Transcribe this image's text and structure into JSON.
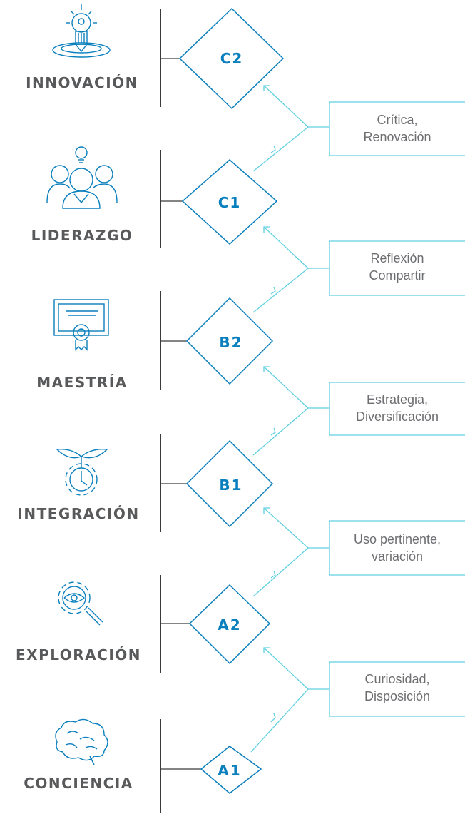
{
  "colors": {
    "diamond": "#0a7fbd",
    "connector": "#5fd0e0",
    "level_text": "#58595b",
    "box_text": "#6d6e71",
    "box_border": "#5fd0e0",
    "axis": "#3a3a3a"
  },
  "levels": [
    {
      "name": "INNOVACIÓN",
      "code": "C2",
      "icon": "lightbulb-target-icon"
    },
    {
      "name": "LIDERAZGO",
      "code": "C1",
      "icon": "team-lightbulb-icon"
    },
    {
      "name": "MAESTRÍA",
      "code": "B2",
      "icon": "certificate-icon"
    },
    {
      "name": "INTEGRACIÓN",
      "code": "B1",
      "icon": "sprout-gear-icon"
    },
    {
      "name": "EXPLORACIÓN",
      "code": "A2",
      "icon": "gear-magnifier-icon"
    },
    {
      "name": "CONCIENCIA",
      "code": "A1",
      "icon": "brain-icon"
    }
  ],
  "transitions": [
    {
      "line1": "Crítica,",
      "line2": "Renovación"
    },
    {
      "line1": "Reflexión",
      "line2": "Compartir"
    },
    {
      "line1": "Estrategia,",
      "line2": "Diversificación"
    },
    {
      "line1": "Uso pertinente,",
      "line2": "variación"
    },
    {
      "line1": "Curiosidad,",
      "line2": "Disposición"
    }
  ]
}
